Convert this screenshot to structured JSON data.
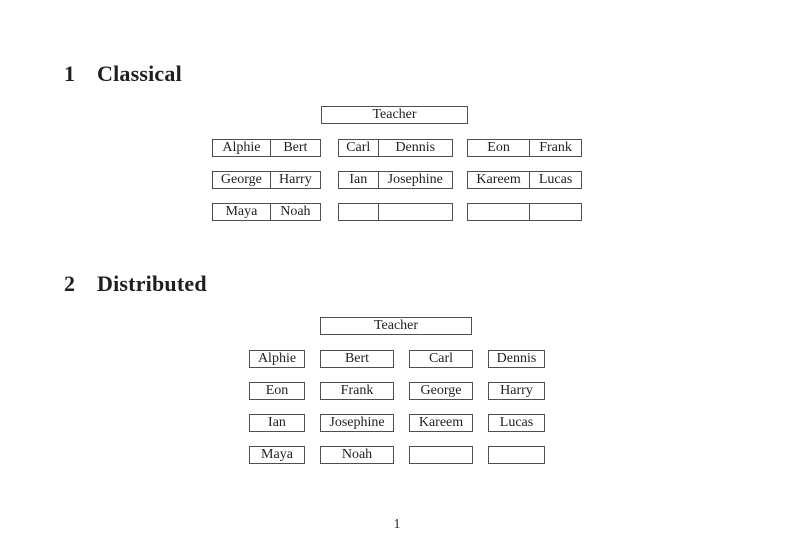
{
  "page": {
    "number_label": "1"
  },
  "colors": {
    "text": "#1f1f1f",
    "border": "#4e4e4e",
    "background": "#ffffff"
  },
  "sections": {
    "classical": {
      "number": "1",
      "title": "Classical",
      "teacher_label": "Teacher",
      "rows": [
        [
          {
            "left": "Alphie",
            "right": "Bert"
          },
          {
            "left": "Carl",
            "right": "Dennis"
          },
          {
            "left": "Eon",
            "right": "Frank"
          }
        ],
        [
          {
            "left": "George",
            "right": "Harry"
          },
          {
            "left": "Ian",
            "right": "Josephine"
          },
          {
            "left": "Kareem",
            "right": "Lucas"
          }
        ],
        [
          {
            "left": "Maya",
            "right": "Noah"
          },
          {
            "left": "",
            "right": ""
          },
          {
            "left": "",
            "right": ""
          }
        ]
      ]
    },
    "distributed": {
      "number": "2",
      "title": "Distributed",
      "teacher_label": "Teacher",
      "rows": [
        [
          "Alphie",
          "Bert",
          "Carl",
          "Dennis"
        ],
        [
          "Eon",
          "Frank",
          "George",
          "Harry"
        ],
        [
          "Ian",
          "Josephine",
          "Kareem",
          "Lucas"
        ],
        [
          "Maya",
          "Noah",
          "",
          ""
        ]
      ]
    }
  }
}
